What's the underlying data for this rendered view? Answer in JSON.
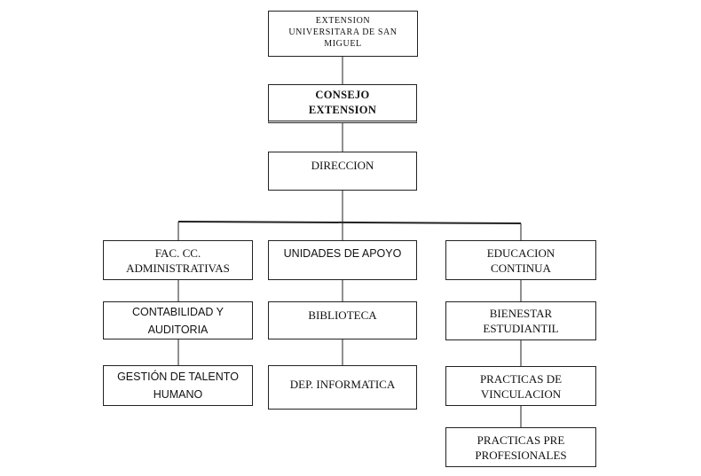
{
  "org_chart": {
    "root": {
      "label": "EXTENSION\nUNIVERSITARA DE SAN\nMIGUEL"
    },
    "consejo": {
      "label": "CONSEJO\nEXTENSION"
    },
    "direccion": {
      "label": "DIRECCION"
    },
    "columns": [
      {
        "head": "FAC. CC.\nADMINISTRATIVAS",
        "items": [
          "CONTABILIDAD Y\nAUDITORIA",
          "GESTIÓN DE TALENTO\nHUMANO"
        ]
      },
      {
        "head": "UNIDADES DE APOYO",
        "items": [
          "BIBLIOTECA",
          "DEP. INFORMATICA"
        ]
      },
      {
        "head": "EDUCACION\nCONTINUA",
        "items": [
          "BIENESTAR\nESTUDIANTIL",
          "PRACTICAS DE\nVINCULACION",
          "PRACTICAS PRE\nPROFESIONALES"
        ]
      }
    ]
  }
}
